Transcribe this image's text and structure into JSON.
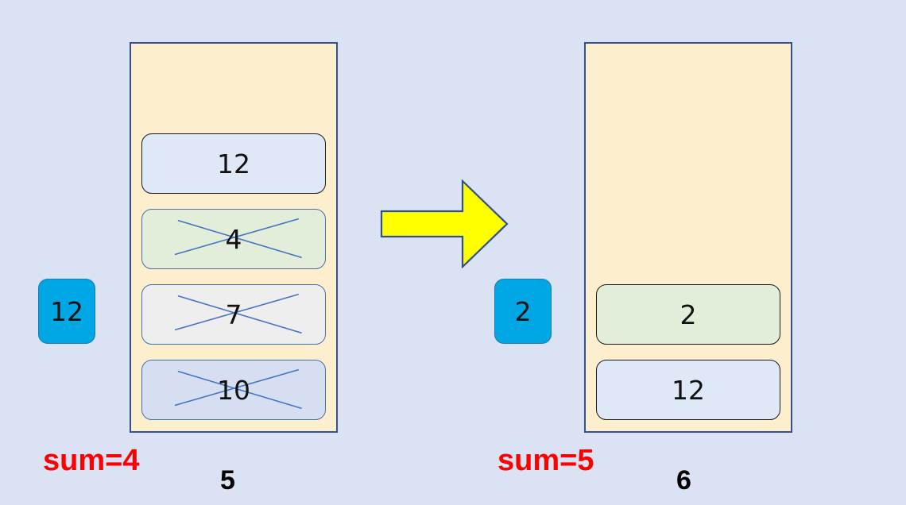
{
  "background_color": "#dbe2f4",
  "colors": {
    "panel_fill": "#fdeecd",
    "panel_border": "#31508f",
    "badge_fill": "#00a7e5",
    "badge_border": "#1c79ba",
    "arrow_fill": "#ffff00",
    "arrow_border": "#31508f",
    "strike_line": "#4472c4",
    "sum_text": "#ff0000",
    "figure_text": "#000000"
  },
  "left": {
    "panel_name": "left-stack-panel",
    "cells": [
      {
        "value": "12",
        "fill": "#dee8f6",
        "fill_class": "fill-lightblue",
        "border_class": "cell-dark",
        "struck": false
      },
      {
        "value": "4",
        "fill": "#e2eed9",
        "fill_class": "fill-green",
        "border_class": "cell-blueb",
        "struck": true
      },
      {
        "value": "7",
        "fill": "#eeeeee",
        "fill_class": "fill-grey",
        "border_class": "cell-blueb",
        "struck": true
      },
      {
        "value": "10",
        "fill": "#d6dff2",
        "fill_class": "fill-lavender",
        "border_class": "cell-blueb",
        "struck": true
      }
    ],
    "badge_value": "12",
    "sum_label": "sum=4",
    "figure_label": "5"
  },
  "right": {
    "panel_name": "right-stack-panel",
    "cells": [
      {
        "value": "2",
        "fill": "#e2eed9",
        "fill_class": "fill-green",
        "border_class": "cell-dark",
        "struck": false
      },
      {
        "value": "12",
        "fill": "#dee8f6",
        "fill_class": "fill-lightblue",
        "border_class": "cell-dark",
        "struck": false
      }
    ],
    "badge_value": "2",
    "sum_label": "sum=5",
    "figure_label": "6"
  },
  "arrow": {
    "icon": "right-arrow-icon",
    "direction": "right"
  }
}
